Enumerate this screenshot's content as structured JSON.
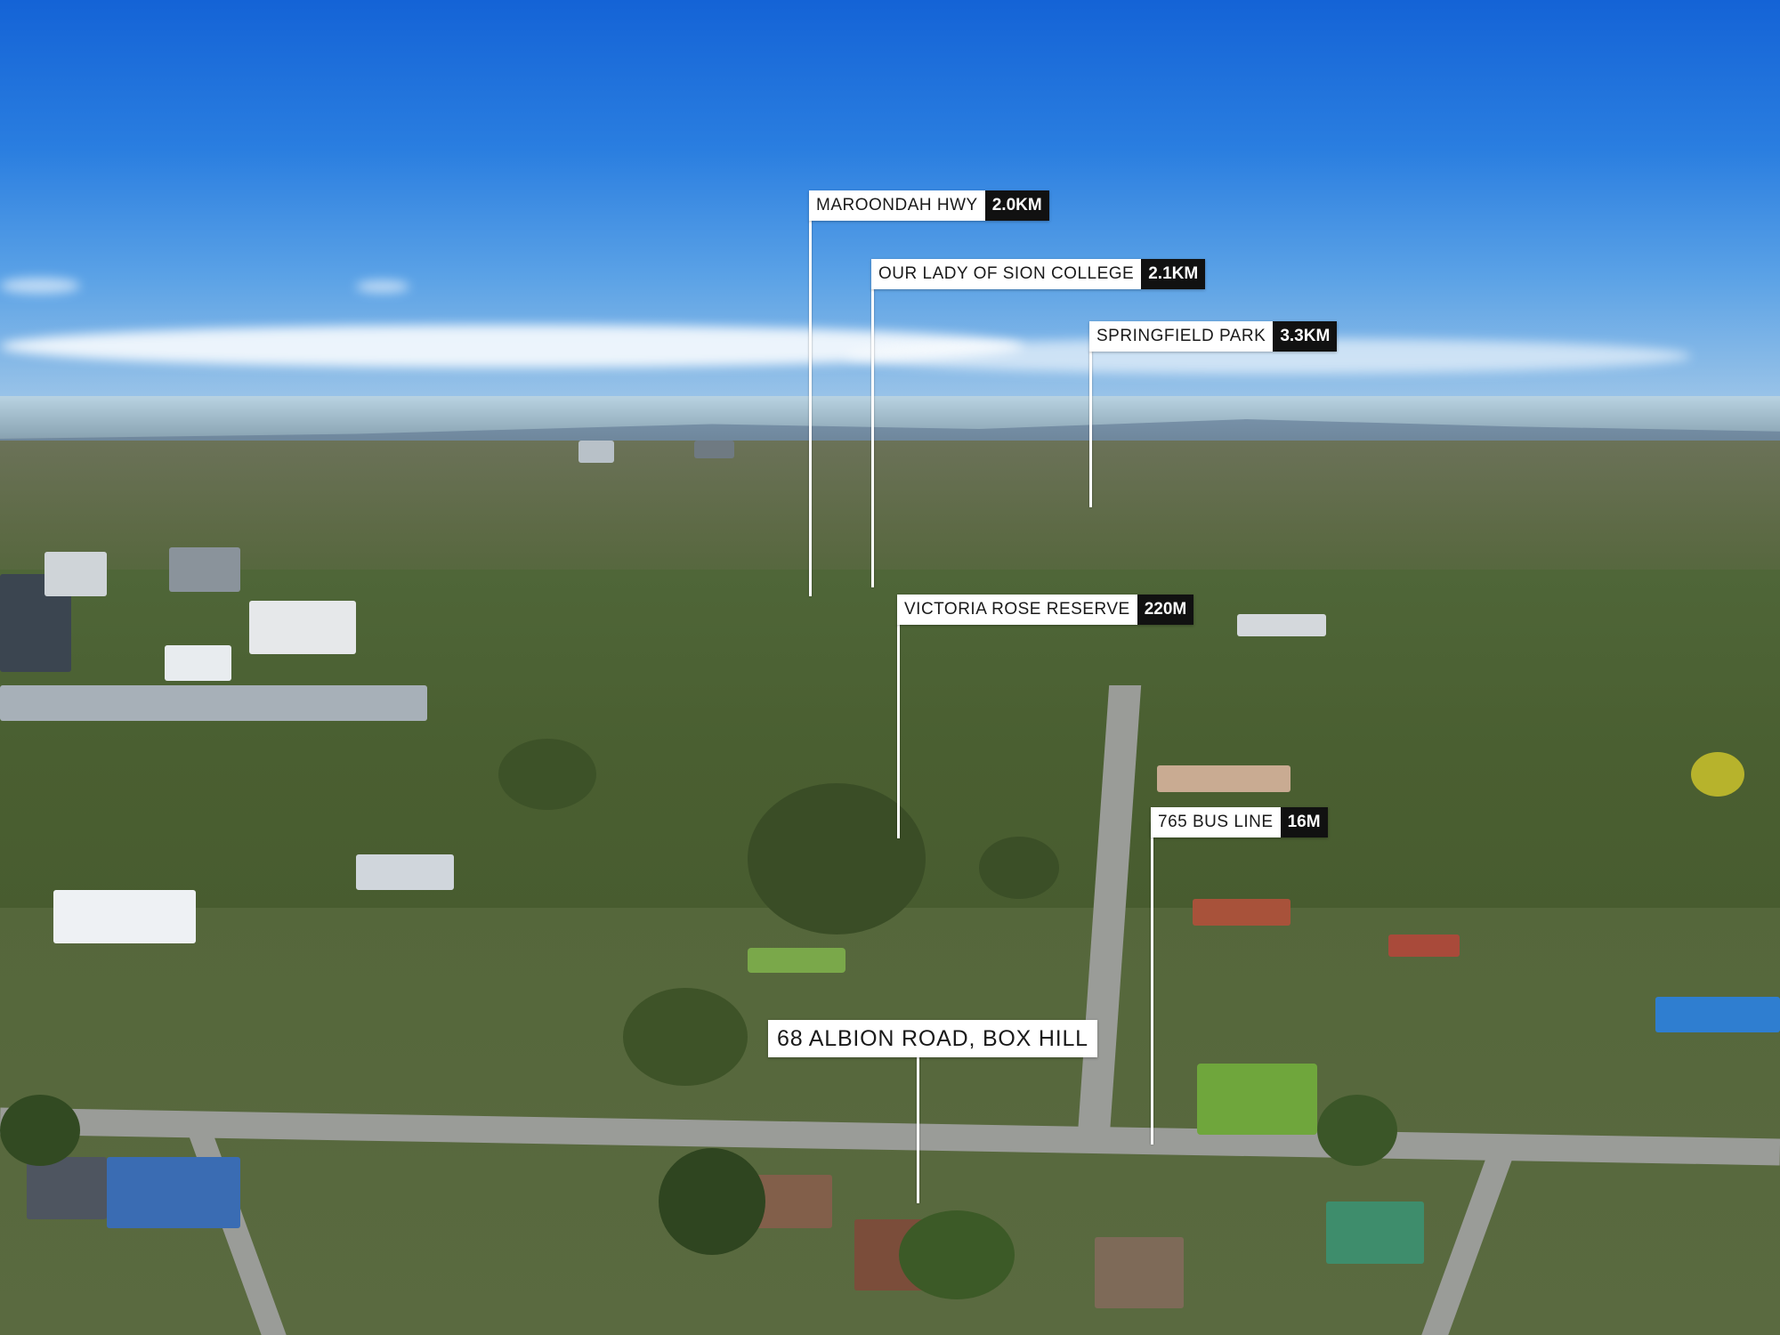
{
  "image": {
    "description_type": "aerial-suburb-photo",
    "sky_color": "#1f6fdc",
    "label_bg": "#ffffff",
    "badge_bg": "#111111"
  },
  "markers": [
    {
      "name": "MAROONDAH HWY",
      "distance": "2.0KM"
    },
    {
      "name": "OUR LADY OF SION COLLEGE",
      "distance": "2.1KM"
    },
    {
      "name": "SPRINGFIELD PARK",
      "distance": "3.3KM"
    },
    {
      "name": "VICTORIA ROSE RESERVE",
      "distance": "220M"
    },
    {
      "name": "765 BUS LINE",
      "distance": "16M"
    }
  ],
  "property": {
    "address": "68 ALBION ROAD, BOX HILL"
  }
}
